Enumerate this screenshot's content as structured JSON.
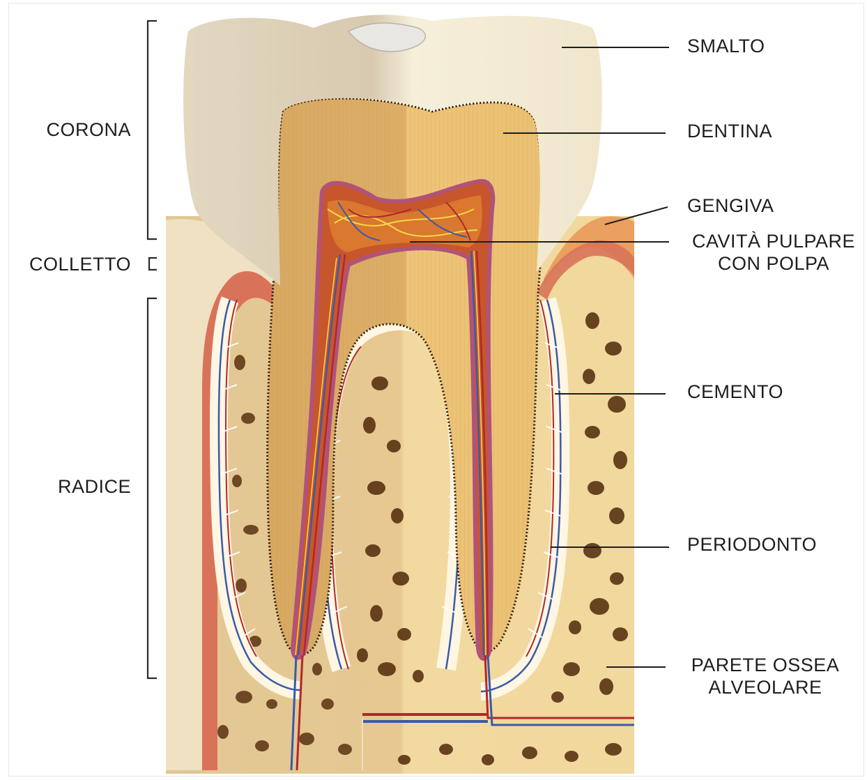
{
  "left_labels": {
    "corona": "CORONA",
    "colletto": "COLLETTO",
    "radice": "RADICE"
  },
  "right_labels": {
    "smalto": "SMALTO",
    "dentina": "DENTINA",
    "gengiva": "GENGIVA",
    "cavita_line1": "CAVITÀ PULPARE",
    "cavita_line2": "CON POLPA",
    "cemento": "CEMENTO",
    "periodonto": "PERIODONTO",
    "parete_line1": "PARETE OSSEA",
    "parete_line2": "ALVEOLARE"
  },
  "colors": {
    "enamel": "#f3ecd6",
    "dentin": "#e9bf6e",
    "pulp": "#d9772e",
    "gum": "#e39a6a",
    "bone": "#f0d89c",
    "nerve_yellow": "#f5d84a",
    "vessel_red": "#b2272a",
    "vessel_blue": "#3b5aa8",
    "leader_line": "#1e1e1e"
  }
}
